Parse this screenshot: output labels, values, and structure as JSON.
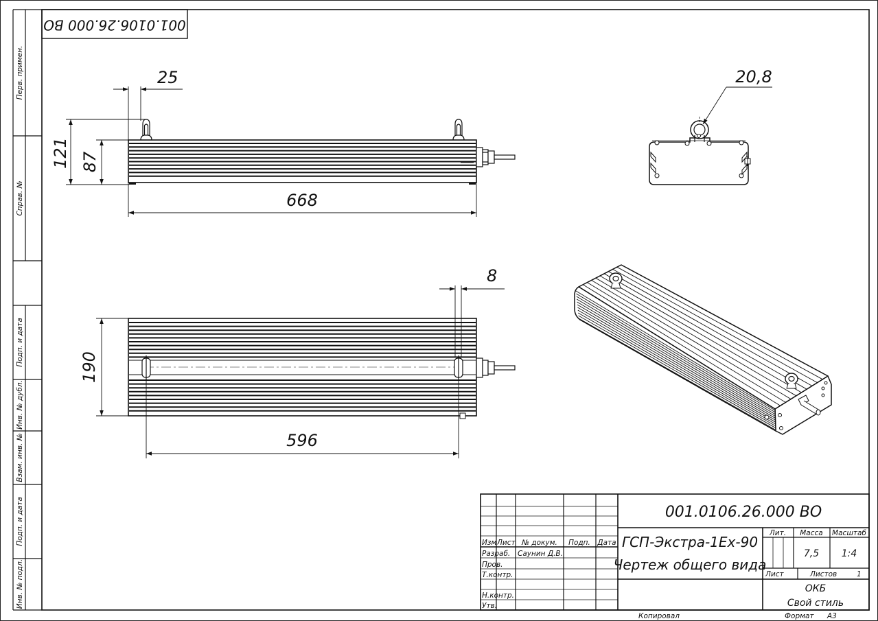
{
  "drawing": {
    "code": "001.0106.26.000 ВО",
    "code_mirrored": "001.0106.26.000 ВО",
    "title_line1": "ГСП-Экстра-1Ex-90",
    "title_line2": "Чертеж общего вида",
    "mass": "7,5",
    "scale": "1:4",
    "sheets_label": "Листов",
    "sheets_count": "1",
    "organization_line1": "ОКБ",
    "organization_line2": "Свой стиль",
    "copied_label": "Копировал",
    "format_label": "Формат",
    "format_value": "А3"
  },
  "titleblock_headers": {
    "izm": "Изм",
    "list": "Лист",
    "doc_no": "№ докум.",
    "sign": "Подп.",
    "date": "Дата",
    "lit": "Лит.",
    "mass": "Масса",
    "scale": "Масштаб",
    "sheet": "Лист"
  },
  "roles": {
    "razrab": "Разраб.",
    "razrab_name": "Саунин Д.В.",
    "prov": "Пров.",
    "tkontr": "Т.контр.",
    "nkontr": "Н.контр.",
    "utv": "Утв."
  },
  "side_stamps": {
    "perv_primen": "Перв. примен.",
    "sprav_no": "Справ. №",
    "podp_data_1": "Подп. и дата",
    "inv_dubl": "Инв. № дубл.",
    "vzam_inv": "Взам. инв. №",
    "podp_data_2": "Подп. и дата",
    "inv_podl": "Инв. № подл."
  },
  "dimensions": {
    "front_bracket_width": "25",
    "front_total_height": "121",
    "front_body_height": "87",
    "front_length": "668",
    "end_ring_diameter": "20,8",
    "top_offset": "8",
    "top_width": "190",
    "top_mount_spacing": "596"
  }
}
